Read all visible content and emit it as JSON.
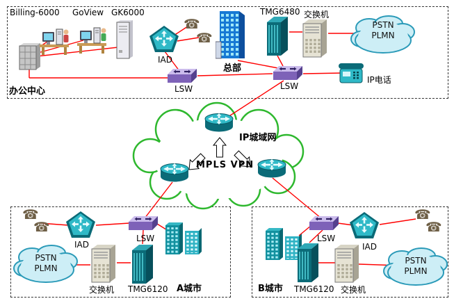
{
  "colors": {
    "link_line": "#ff0000",
    "zone_border": "#333333",
    "metro_cloud_stroke": "#2eb82e",
    "pstn_cloud_fill": "#cdeef6",
    "pstn_cloud_stroke": "#2a9ab8",
    "device_teal": "#2fb9c7",
    "device_teal_dark": "#0b6b78"
  },
  "icons": {
    "phone_glyph": "☎"
  },
  "office": {
    "zone_label": "办公中心",
    "server_labels": {
      "billing": "Billing-6000",
      "goview": "GoView",
      "gk6000": "GK6000"
    },
    "iad_label": "IAD",
    "headquarters_label": "总部",
    "gateway_label": "TMG6480",
    "switch_label": "交换机",
    "lsw1_label": "LSW",
    "lsw2_label": "LSW",
    "ip_phone_label": "IP电话",
    "pstn_cloud": {
      "line1": "PSTN",
      "line2": "PLMN"
    }
  },
  "metro": {
    "cloud_label": "IP城域网",
    "mpls_label": "MPLS VPN"
  },
  "city_a": {
    "zone_label": "A城市",
    "iad_label": "IAD",
    "lsw_label": "LSW",
    "switch_label": "交换机",
    "gateway_label": "TMG6120",
    "pstn_cloud": {
      "line1": "PSTN",
      "line2": "PLMN"
    }
  },
  "city_b": {
    "zone_label": "B城市",
    "iad_label": "IAD",
    "lsw_label": "LSW",
    "switch_label": "交换机",
    "gateway_label": "TMG6120",
    "pstn_cloud": {
      "line1": "PSTN",
      "line2": "PLMN"
    }
  }
}
